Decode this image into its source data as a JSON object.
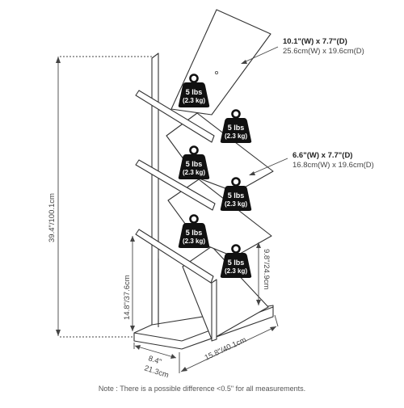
{
  "colors": {
    "line": "#333333",
    "dim_line": "#444444",
    "weight_fill": "#111111",
    "weight_text": "#ffffff",
    "background": "#ffffff",
    "text": "#444444"
  },
  "top_shelf": {
    "imperial": "10.1\"(W)  x 7.7\"(D)",
    "metric": "25.6cm(W) x 19.6cm(D)"
  },
  "lower_shelf": {
    "imperial": "6.6\"(W)  x 7.7\"(D)",
    "metric": "16.8cm(W) x 19.6cm(D)"
  },
  "dimensions": {
    "height": "39.4\"/100.1cm",
    "lower_height": "14.8\"/37.6cm",
    "shelf_gap": "9.8\"/24.9cm",
    "width_imperial": "8.4\"",
    "width_metric": "21.3cm",
    "length": "15.8\"/40.1cm"
  },
  "weights": [
    {
      "lbs": "5 lbs",
      "kg": "(2.3 kg)"
    },
    {
      "lbs": "5 lbs",
      "kg": "(2.3 kg)"
    },
    {
      "lbs": "5 lbs",
      "kg": "(2.3 kg)"
    },
    {
      "lbs": "5 lbs",
      "kg": "(2.3 kg)"
    },
    {
      "lbs": "5 lbs",
      "kg": "(2.3 kg)"
    },
    {
      "lbs": "5 lbs",
      "kg": "(2.3 kg)"
    }
  ],
  "note": "Note : There is a possible difference <0.5\" for all measurements."
}
